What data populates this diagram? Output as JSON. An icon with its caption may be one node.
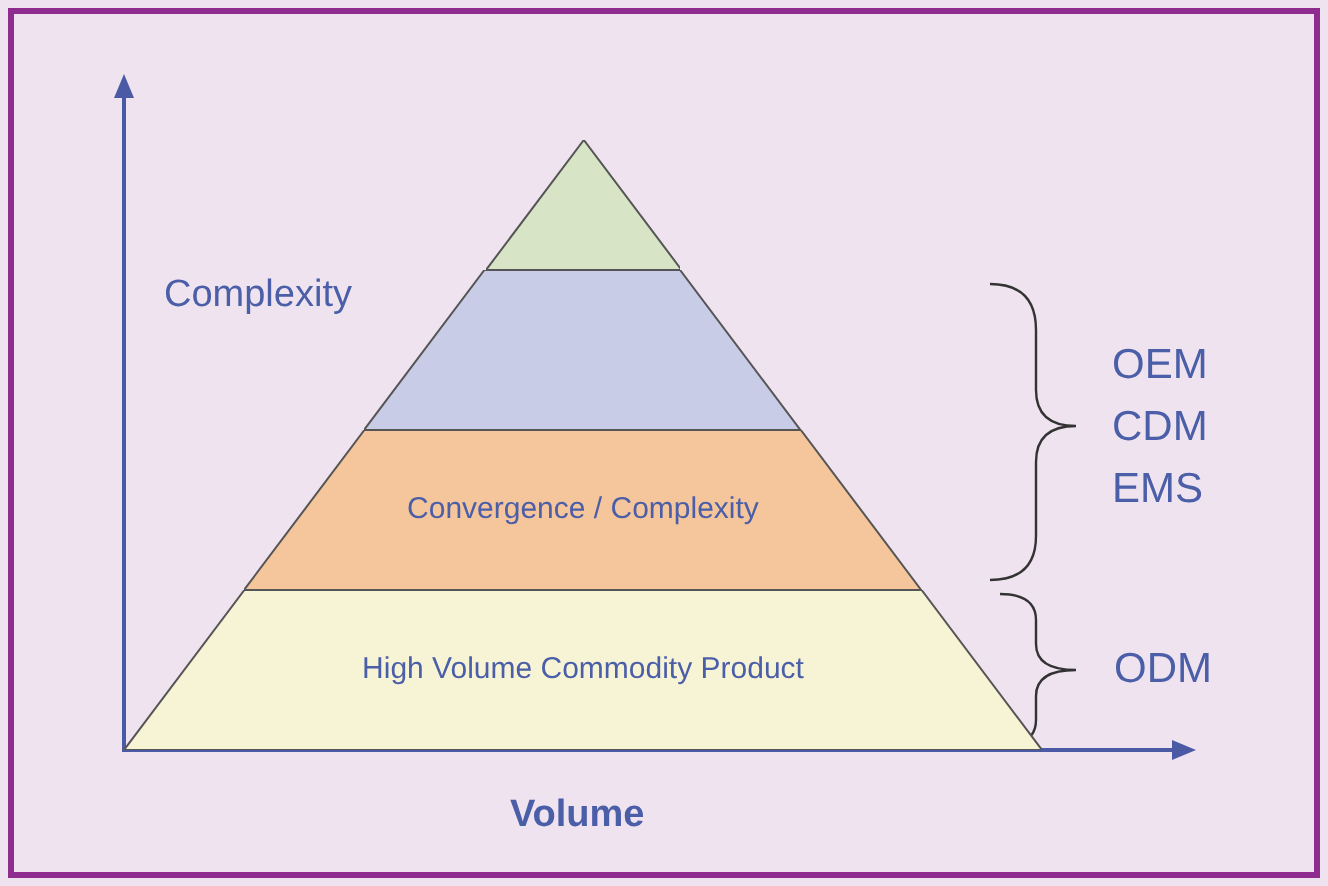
{
  "diagram": {
    "nodes": [
      {
        "text": [],
        "shape": "triangle"
      },
      {
        "text": [],
        "shape": "trapezoid"
      },
      {
        "text": [
          "Convergence / Complexity"
        ]
      },
      {
        "text": [
          "High Volume Commodity Product"
        ]
      }
    ],
    "edges": [],
    "labels": [
      "Complexity",
      "OEM",
      "CDM",
      "EMS",
      "ODM",
      "Volume"
    ]
  }
}
